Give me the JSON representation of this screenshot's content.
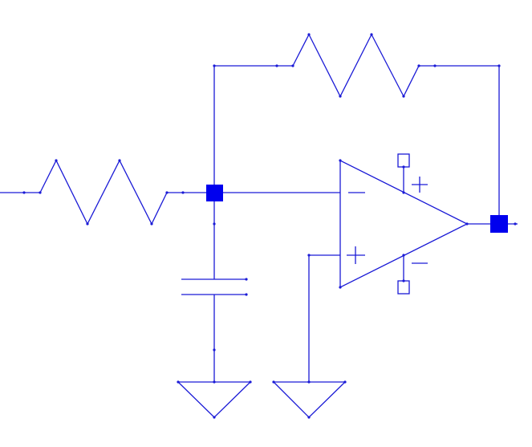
{
  "diagram": {
    "type": "circuit-schematic",
    "components": [
      {
        "name": "input-resistor",
        "kind": "resistor"
      },
      {
        "name": "feedback-resistor",
        "kind": "resistor"
      },
      {
        "name": "capacitor",
        "kind": "capacitor"
      },
      {
        "name": "op-amp",
        "kind": "operational-amplifier"
      },
      {
        "name": "ground-left",
        "kind": "ground"
      },
      {
        "name": "ground-right",
        "kind": "ground"
      }
    ],
    "op_amp_inputs": [
      "inverting",
      "non-inverting"
    ],
    "supply_pins": [
      "positive",
      "negative"
    ],
    "nodes": [
      "summing-node",
      "output-node"
    ]
  },
  "colors": {
    "wire": "#1a1ad6",
    "node": "#0000ee",
    "background": "#ffffff"
  }
}
